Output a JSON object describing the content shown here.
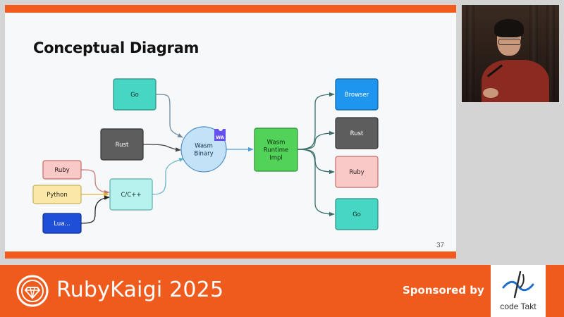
{
  "slide": {
    "title": "Conceptual Diagram",
    "page_number": "37"
  },
  "diagram": {
    "nodes": [
      {
        "id": "go-src",
        "label": "Go",
        "fill": "#47d6c4",
        "stroke": "#2a8f82",
        "shape": "rect",
        "text": "#10302c"
      },
      {
        "id": "rust-src",
        "label": "Rust",
        "fill": "#5d5d5d",
        "stroke": "#333333",
        "shape": "rect",
        "text": "#ffffff"
      },
      {
        "id": "ruby-src",
        "label": "Ruby",
        "fill": "#f9c9c7",
        "stroke": "#c46e6a",
        "shape": "rect",
        "text": "#2a1a1a"
      },
      {
        "id": "python-src",
        "label": "Python",
        "fill": "#fbe8a8",
        "stroke": "#c8b060",
        "shape": "rect",
        "text": "#2a2a1a"
      },
      {
        "id": "lua-src",
        "label": "Lua...",
        "fill": "#1e4fd6",
        "stroke": "#0e2f8f",
        "shape": "rect",
        "text": "#ffffff"
      },
      {
        "id": "c-cpp",
        "label": "C/C++",
        "fill": "#b8f2ee",
        "stroke": "#5aaea8",
        "shape": "rect",
        "text": "#10302c"
      },
      {
        "id": "wasm-binary",
        "label": "Wasm\nBinary",
        "fill": "#c3e2f8",
        "stroke": "#4d8fc6",
        "shape": "circle",
        "text": "#14304a"
      },
      {
        "id": "wasm-runtime",
        "label": "Wasm\nRuntime\nImpl",
        "fill": "#52d259",
        "stroke": "#2e8f34",
        "shape": "rect",
        "text": "#0f2f12"
      },
      {
        "id": "browser",
        "label": "Browser",
        "fill": "#1e96f0",
        "stroke": "#0e5f9f",
        "shape": "rect",
        "text": "#ffffff"
      },
      {
        "id": "rust-dst",
        "label": "Rust",
        "fill": "#5d5d5d",
        "stroke": "#333333",
        "shape": "rect",
        "text": "#ffffff"
      },
      {
        "id": "ruby-dst",
        "label": "Ruby",
        "fill": "#f9c9c7",
        "stroke": "#c46e6a",
        "shape": "rect",
        "text": "#2a1a1a"
      },
      {
        "id": "go-dst",
        "label": "Go",
        "fill": "#47d6c4",
        "stroke": "#2a8f82",
        "shape": "rect",
        "text": "#10302c"
      }
    ],
    "edges": [
      {
        "from": "go-src",
        "to": "wasm-binary",
        "color": "#6f8aa0"
      },
      {
        "from": "rust-src",
        "to": "wasm-binary",
        "color": "#444444"
      },
      {
        "from": "ruby-src",
        "to": "c-cpp",
        "color": "#c47a76"
      },
      {
        "from": "python-src",
        "to": "c-cpp",
        "color": "#e0b63a"
      },
      {
        "from": "lua-src",
        "to": "c-cpp",
        "color": "#222222"
      },
      {
        "from": "c-cpp",
        "to": "wasm-binary",
        "color": "#6ab6c8"
      },
      {
        "from": "wasm-binary",
        "to": "wasm-runtime",
        "color": "#4d9fd0"
      },
      {
        "from": "wasm-runtime",
        "to": "browser",
        "color": "#3a6f6a"
      },
      {
        "from": "wasm-runtime",
        "to": "rust-dst",
        "color": "#3a6f6a"
      },
      {
        "from": "wasm-runtime",
        "to": "ruby-dst",
        "color": "#3a6f6a"
      },
      {
        "from": "wasm-runtime",
        "to": "go-dst",
        "color": "#3a6f6a"
      }
    ],
    "wa_badge": {
      "label": "WA",
      "color": "#654ff0"
    }
  },
  "banner": {
    "brand": "RubyKaigi 2025",
    "sponsored_label": "Sponsored by",
    "background": "#ef5a1d"
  },
  "sponsor": {
    "name": "code Takt"
  }
}
